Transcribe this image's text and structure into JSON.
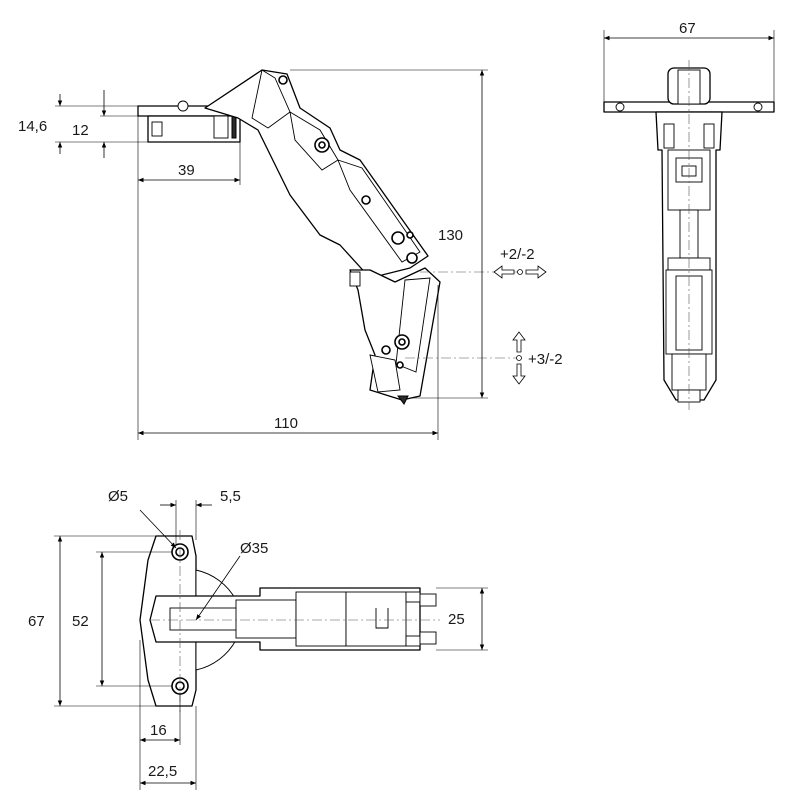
{
  "side_view": {
    "dim_14_6": "14,6",
    "dim_12": "12",
    "dim_39": "39",
    "dim_130": "130",
    "dim_110": "110",
    "adjust_depth": "+2/-2",
    "adjust_height": "+3/-2"
  },
  "front_view": {
    "dim_67": "67"
  },
  "plan_view": {
    "dim_dia5": "Ø5",
    "dim_5_5": "5,5",
    "dim_dia35": "Ø35",
    "dim_67": "67",
    "dim_52": "52",
    "dim_25": "25",
    "dim_16": "16",
    "dim_22_5": "22,5"
  }
}
